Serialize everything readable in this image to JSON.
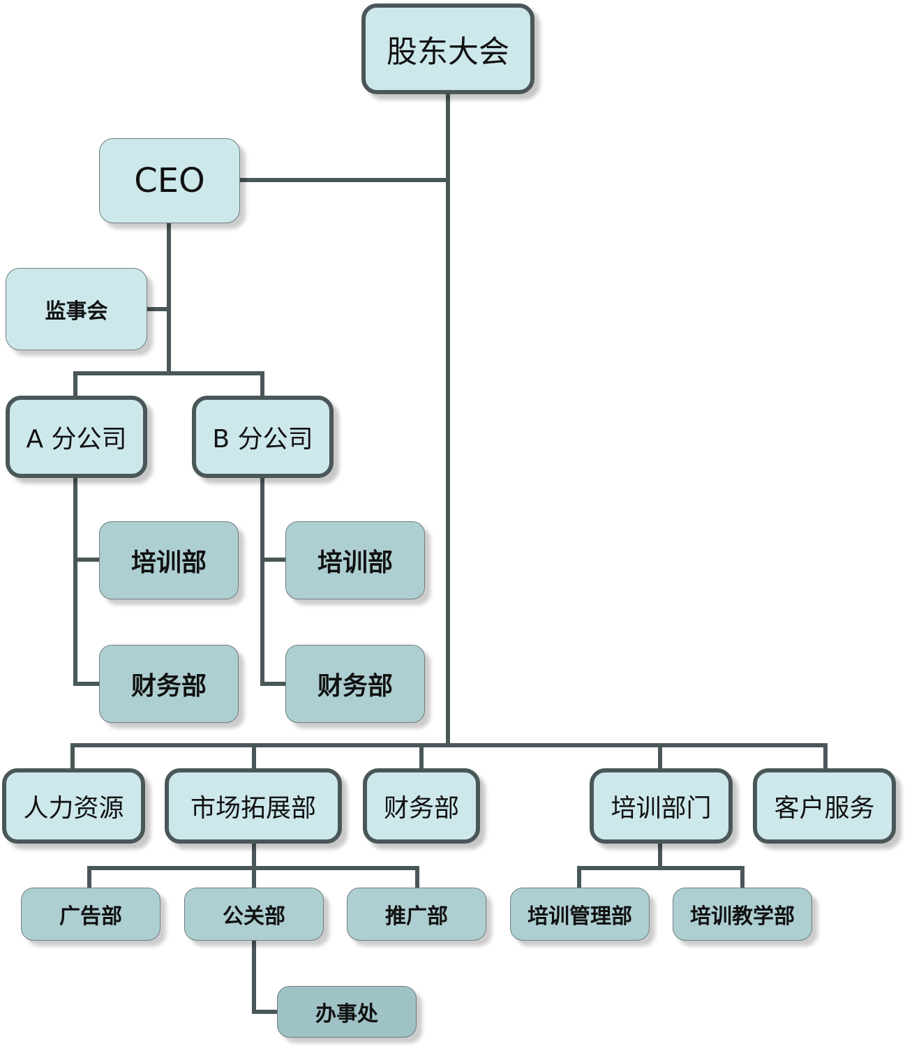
{
  "nodes": {
    "shareholders": "股东大会",
    "ceo": "CEO",
    "supervisory_board": "监事会",
    "branch_a": "A 分公司",
    "branch_b": "B 分公司",
    "a_training": "培训部",
    "a_finance": "财务部",
    "b_training": "培训部",
    "b_finance": "财务部",
    "hr": "人力资源",
    "marketing": "市场拓展部",
    "finance": "财务部",
    "training_dept": "培训部门",
    "customer_service": "客户服务",
    "advertising": "广告部",
    "public_relations": "公关部",
    "promotion": "推广部",
    "training_mgmt": "培训管理部",
    "training_teaching": "培训教学部",
    "office": "办事处"
  },
  "colors": {
    "connector": "#4a5759",
    "fill_light": "#cde8eb",
    "fill_dark": "#aecfd2"
  }
}
